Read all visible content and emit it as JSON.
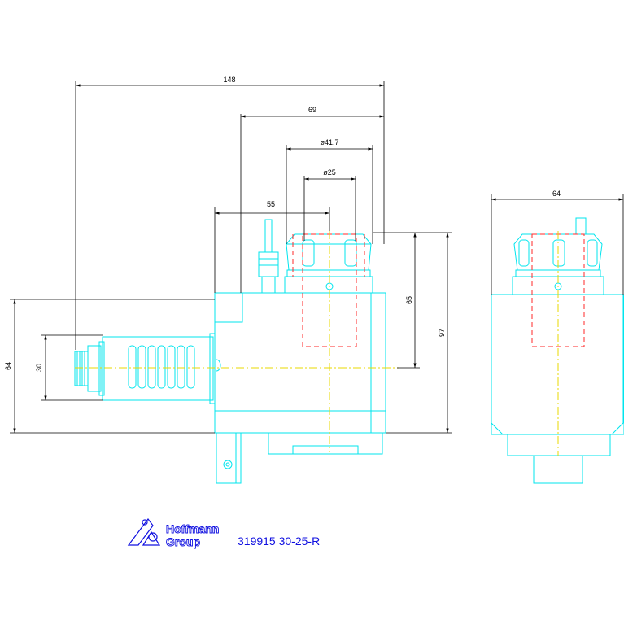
{
  "dimensions": {
    "overall_length": "148",
    "head_width": "69",
    "collet_outer_dia": "ø41.7",
    "collet_inner_dia": "ø25",
    "axis_offset": "55",
    "axis_height": "65",
    "total_height": "97",
    "base_height": "64",
    "motor_dia": "30",
    "side_width": "64"
  },
  "logo": {
    "line1": "Hoffmann",
    "line2": "Group"
  },
  "part_code": "319915 30-25-R",
  "colors": {
    "outline": "#00e5ee",
    "dimension": "#000000",
    "hidden": "#ff2a2a",
    "centerline": "#e8d800",
    "brand": "#1010e0"
  }
}
